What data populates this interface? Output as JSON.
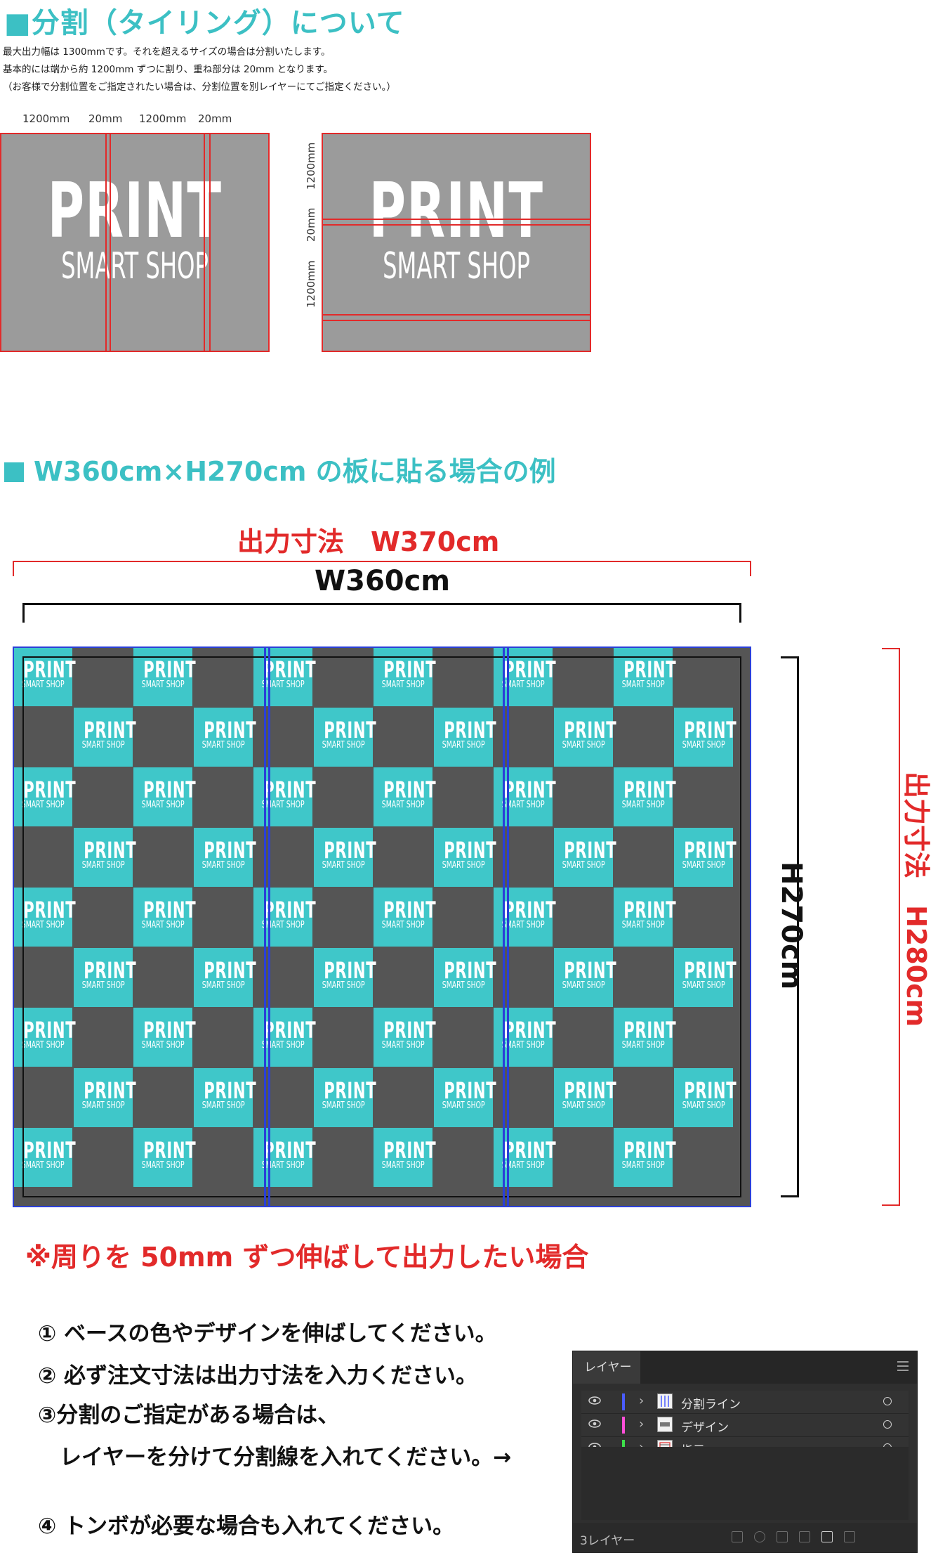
{
  "section1": {
    "title": "■分割（タイリング）について",
    "desc": [
      "最大出力幅は 1300mmです。それを超えるサイズの場合は分割いたします。",
      "基本的には端から約 1200mm ずつに割り、重ね部分は 20mm となります。",
      "（お客様で分割位置をご指定されたい場合は、分割位置を別レイヤーにてご指定ください。）"
    ],
    "horizontal_dims": [
      "1200mm",
      "20mm",
      "1200mm",
      "20mm"
    ],
    "vertical_dims": [
      "1200mm",
      "20mm",
      "1200mm"
    ],
    "logo_big": "PRINT",
    "logo_small": "SMART SHOP"
  },
  "section2": {
    "title": "W360cm×H270cm の板に貼る場合の例",
    "output_width": "出力寸法　W370cm",
    "board_width": "W360cm",
    "board_height": "H270cm",
    "output_height": "出力寸法　H280cm",
    "cell_big": "PRINT",
    "cell_small": "SMART SHOP",
    "note": "※周りを 50mm ずつ伸ばして出力したい場合",
    "steps": [
      "① ベースの色やデザインを伸ばしてください。",
      "② 必ず注文寸法は出力寸法を入力ください。",
      "③分割のご指定がある場合は、",
      "　レイヤーを分けて分割線を入れてください。→",
      "④ トンボが必要な場合も入れてください。"
    ]
  },
  "layers_panel": {
    "tab": "レイヤー",
    "layers": [
      {
        "name": "分割ライン",
        "color": "#4a5cff"
      },
      {
        "name": "デザイン",
        "color": "#ff4fd8"
      },
      {
        "name": "指示",
        "color": "#3de04a"
      }
    ],
    "count": "3レイヤー"
  },
  "colors": {
    "accent_teal": "#3cc0c4",
    "red": "#e22a2a",
    "blue": "#2a3fd8",
    "dark_tile": "#555555",
    "teal_tile": "#3fc7c9"
  }
}
